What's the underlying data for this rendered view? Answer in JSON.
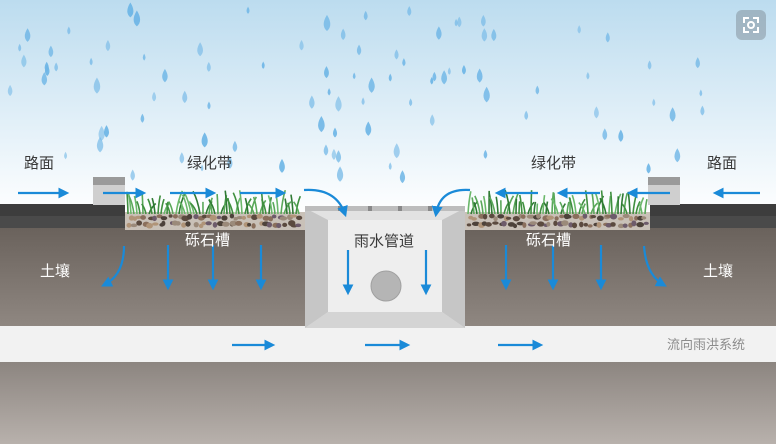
{
  "labels": {
    "road_left": "路面",
    "road_right": "路面",
    "green_belt_left": "绿化带",
    "green_belt_right": "绿化带",
    "gravel_left": "砾石槽",
    "gravel_right": "砾石槽",
    "soil_left": "土壤",
    "soil_right": "土壤",
    "pipe": "雨水管道",
    "flow": "流向雨洪系统"
  },
  "icons": {
    "expand": "expand-icon",
    "arrow": "flow-arrow-icon",
    "raindrop": "raindrop-icon"
  },
  "colors": {
    "sky_top": "#bcdcef",
    "sky_bottom": "#ffffff",
    "arrow": "#1a8ad8",
    "raindrop": "#6fb6e6",
    "soil_top": "#6a625c",
    "soil_bottom": "#a09893",
    "asphalt": "#3d3d3d",
    "grass": "#4a9a4a",
    "pipe_box": "#dcdcdc",
    "flow_band": "#f2f2f2"
  }
}
